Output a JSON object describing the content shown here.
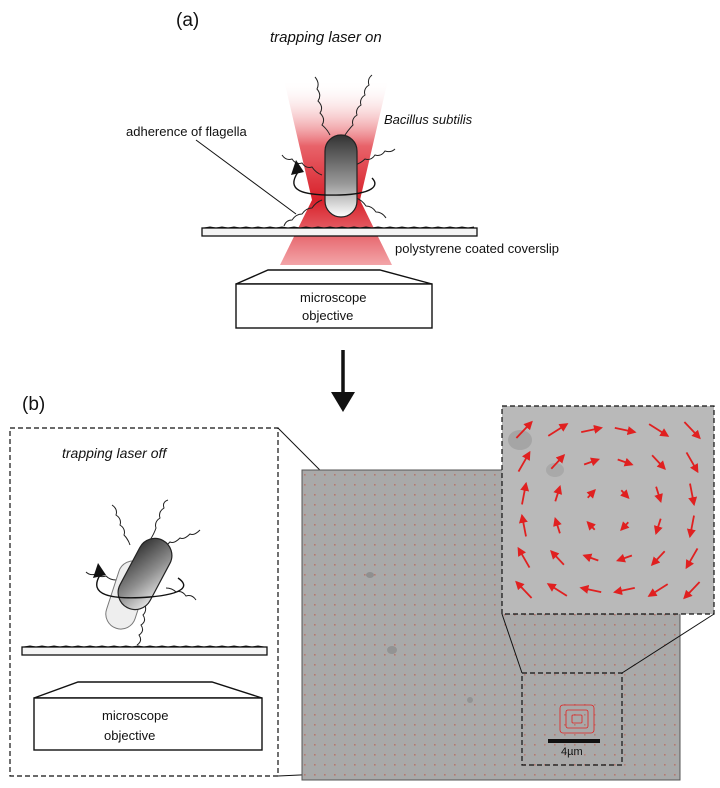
{
  "panel_a": {
    "label": "(a)",
    "title": "trapping laser on",
    "bacterium_label": "Bacillus subtilis",
    "flagella_label": "adherence of flagella",
    "coverslip_label": "polystyrene coated coverslip",
    "objective_line1": "microscope",
    "objective_line2": "objective"
  },
  "panel_b": {
    "label": "(b)",
    "title": "trapping laser off",
    "objective_line1": "microscope",
    "objective_line2": "objective",
    "scale_bar_label": "4µm"
  },
  "colors": {
    "laser_red": "#d8202a",
    "arrow_red": "#e02020",
    "micrograph_gray": "#a9a9a9",
    "inset_gray": "#b9b9b9"
  }
}
